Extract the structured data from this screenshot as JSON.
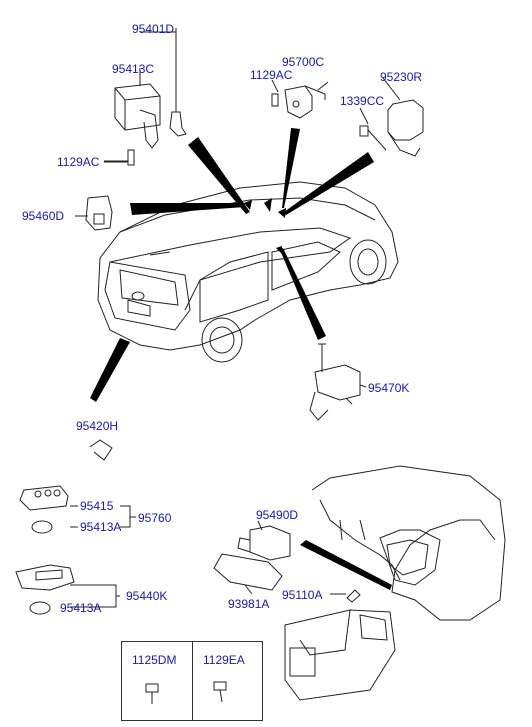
{
  "labels": {
    "p95401D": "95401D",
    "p95413C": "95413C",
    "p1129AC_a": "1129AC",
    "p1129AC_b": "1129AC",
    "p95700C": "95700C",
    "p95230R": "95230R",
    "p1339CC": "1339CC",
    "p95460D": "95460D",
    "p95470K": "95470K",
    "p95420H": "95420H",
    "p95415": "95415",
    "p95760": "95760",
    "p95413A_a": "95413A",
    "p95413A_b": "95413A",
    "p95440K": "95440K",
    "p95490D": "95490D",
    "p93981A": "93981A",
    "p95110A": "95110A",
    "p1125DM": "1125DM",
    "p1129EA": "1129EA"
  },
  "colors": {
    "label": "#1a1aa6",
    "line": "#222222",
    "pointer": "#000000"
  }
}
